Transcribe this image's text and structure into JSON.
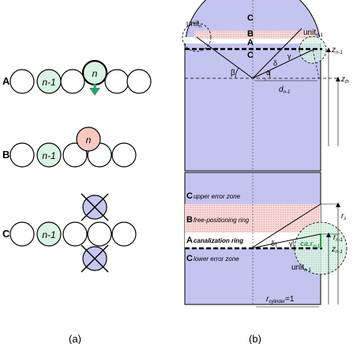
{
  "panel_a": {
    "caption": "(a)",
    "rows": [
      {
        "label": "A",
        "circle_label": "n-1",
        "moving_label": "n"
      },
      {
        "label": "B",
        "circle_label": "n-1",
        "placed_label": "n"
      },
      {
        "label": "C",
        "circle_label": "n-1"
      }
    ]
  },
  "panel_b": {
    "caption": "(b)",
    "top": {
      "zone_c_top": "C",
      "zone_b": "B",
      "zone_a": "A",
      "zone_c_bottom": "C",
      "unit_n_main": "unit",
      "unit_n_sub": "n",
      "unit_n1_main": "unit",
      "unit_n1_sub": "n-1",
      "z_n1_main": "z",
      "z_n1_sub": "n-1",
      "z_th_main": "z",
      "z_th_sub": "th",
      "d_main": "d",
      "d_sub": "n-1",
      "beta": "β",
      "alpha": "α",
      "delta": "δ",
      "gamma": "γ"
    },
    "bottom": {
      "upper_letter": "C",
      "upper_text": "upper error zone",
      "free_letter": "B",
      "free_text": "free-positioning ring",
      "canal_letter": "A",
      "canal_text": "canalization ring",
      "lower_letter": "C",
      "lower_text": "lower error zone",
      "rs_main": "r",
      "rs_sub": "s",
      "rn1_main": "r",
      "rn1_sub": "n-1",
      "z_n1_main": "z",
      "z_n1_sub": "n-1",
      "ca_main": "ca.r",
      "ca_sub": "n-1",
      "unit_main": "unit",
      "unit_sub": "n-1",
      "rcyl_main": "r",
      "rcyl_sub": "cylinder",
      "rcyl_val": "=1",
      "delta": "δ",
      "gamma": "γ"
    }
  },
  "colors": {
    "green_circle": "#d9f3e4",
    "red_circle": "#f7c8c0",
    "purple_circle": "#c6c6ef",
    "cylinder_fill": "#c4c4f0",
    "pink_band": "#f4d2d2",
    "arrow_green": "#2f9e70",
    "ca_green": "#2a9a4a"
  }
}
